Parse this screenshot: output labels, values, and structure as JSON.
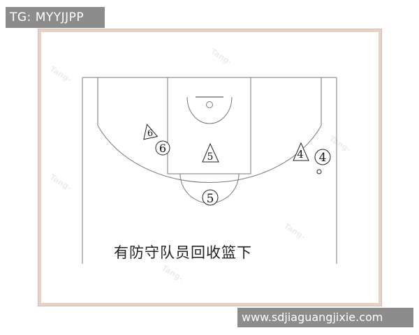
{
  "watermark_top": "TG: MYYJJPP",
  "watermark_bottom": "www.sdjiaguangjixie.com",
  "caption": "有防守队员回收篮下",
  "players": {
    "triangle_6": "6",
    "circle_6": "6",
    "triangle_5": "5",
    "circle_5": "5",
    "triangle_4": "4",
    "circle_4": "4"
  },
  "background_watermark": "Tang-"
}
